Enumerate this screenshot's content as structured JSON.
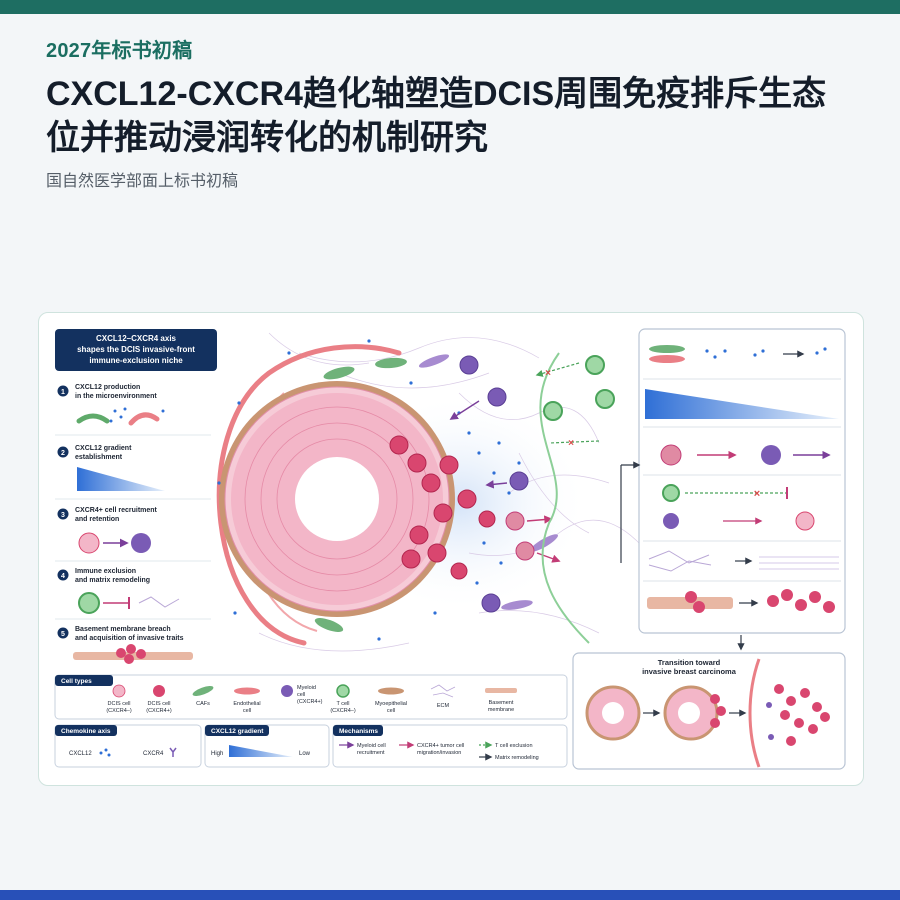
{
  "header": {
    "eyebrow": "2027年标书初稿",
    "title_line1": "CXCL12-CXCR4趋化轴塑造DCIS周围免疫排斥生态",
    "title_line2": "位并推动浸润转化的机制研究",
    "subtitle": "国自然医学部面上标书初稿"
  },
  "figure": {
    "heading": [
      "CXCL12–CXCR4 axis",
      "shapes the DCIS invasive-front",
      "immune-exclusion niche"
    ],
    "steps": [
      {
        "num": "1",
        "line1": "CXCL12 production",
        "line2": "in the microenvironment"
      },
      {
        "num": "2",
        "line1": "CXCL12 gradient",
        "line2": "establishment"
      },
      {
        "num": "3",
        "line1": "CXCR4+ cell recruitment",
        "line2": "and retention"
      },
      {
        "num": "4",
        "line1": "Immune exclusion",
        "line2": "and matrix remodeling"
      },
      {
        "num": "5",
        "line1": "Basement membrane breach",
        "line2": "and acquisition of invasive traits"
      }
    ],
    "transition_title": [
      "Transition toward",
      "invasive breast carcinoma"
    ],
    "legend": {
      "cell_types_title": "Cell types",
      "cell_types": [
        {
          "line1": "DCIS cell",
          "line2": "(CXCR4–)"
        },
        {
          "line1": "DCIS cell",
          "line2": "(CXCR4+)"
        },
        {
          "line1": "CAFs",
          "line2": ""
        },
        {
          "line1": "Endothelial",
          "line2": "cell"
        },
        {
          "line1": "Myeloid",
          "line2": "cell",
          "line3": "(CXCR4+)"
        },
        {
          "line1": "T cell",
          "line2": "(CXCR4–)"
        },
        {
          "line1": "Myoepithelial",
          "line2": "cell"
        },
        {
          "line1": "ECM",
          "line2": ""
        },
        {
          "line1": "Basement",
          "line2": "membrane"
        }
      ],
      "chemokine_title": "Chemokine axis",
      "chemokine_cxcl12": "CXCL12",
      "chemokine_cxcr4": "CXCR4",
      "gradient_title": "CXCL12 gradient",
      "gradient_high": "High",
      "gradient_low": "Low",
      "mechanisms_title": "Mechanisms",
      "mechanisms": [
        {
          "line1": "Myeloid cell",
          "line2": "recruitment"
        },
        {
          "line1": "CXCR4+ tumor cell",
          "line2": "migration/invasion"
        },
        {
          "line1": "T cell exclusion",
          "line2": ""
        },
        {
          "line1": "Matrix remodeling",
          "line2": ""
        }
      ]
    },
    "colors": {
      "dcis": "#f3b6c8",
      "dcis_positive": "#d9466f",
      "caf": "#5faa6a",
      "endothelial": "#ea7f86",
      "myeloid": "#7a5bb5",
      "tcell": "#5fb86d",
      "myoepithelial": "#c99572",
      "cxcl12": "#2f6fd6",
      "navy": "#13315f"
    }
  }
}
